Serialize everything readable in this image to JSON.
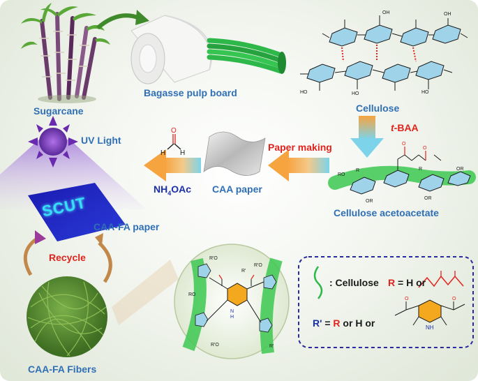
{
  "labels": {
    "sugarcane": "Sugarcane",
    "bagasse": "Bagasse pulp board",
    "cellulose": "Cellulose",
    "tbaa_italic": "t",
    "tbaa_rest": "-BAA",
    "paper_making": "Paper making",
    "cellulose_acetoacetate": "Cellulose acetoacetate",
    "caa_paper": "CAA paper",
    "uv_light": "UV Light",
    "nh4oac_a": "NH",
    "nh4oac_sub": "4",
    "nh4oac_b": "OAc",
    "caa_fa_paper": "CAA-FA paper",
    "recycle": "Recycle",
    "caa_fa_fibers": "CAA-FA Fibers",
    "scut": "SCUT"
  },
  "legend": {
    "cellulose_label": ": Cellulose",
    "r_symbol": "R",
    "r_eq": " = H or",
    "rp_symbol": "R'",
    "rp_eq_a": " = ",
    "rp_eq_r": "R",
    "rp_eq_b": " or H or"
  },
  "chem": {
    "oh": "OH",
    "ho": "HO",
    "ro": "RO",
    "or": "OR",
    "r": "R",
    "rpo": "R'O",
    "rp": "R'",
    "o": "O",
    "h": "H",
    "n": "N",
    "nh": "NH"
  },
  "colors": {
    "label_blue": "#2f6fb5",
    "label_red": "#e0231c",
    "arrow_orange": "#f0a03a",
    "arrow_cyan": "#6fd0e8",
    "cellulose_green": "#2fb84a",
    "ring_blue": "#7fc6e6",
    "dhp_yellow": "#f4a81d",
    "legend_border": "#2a2aa0"
  }
}
